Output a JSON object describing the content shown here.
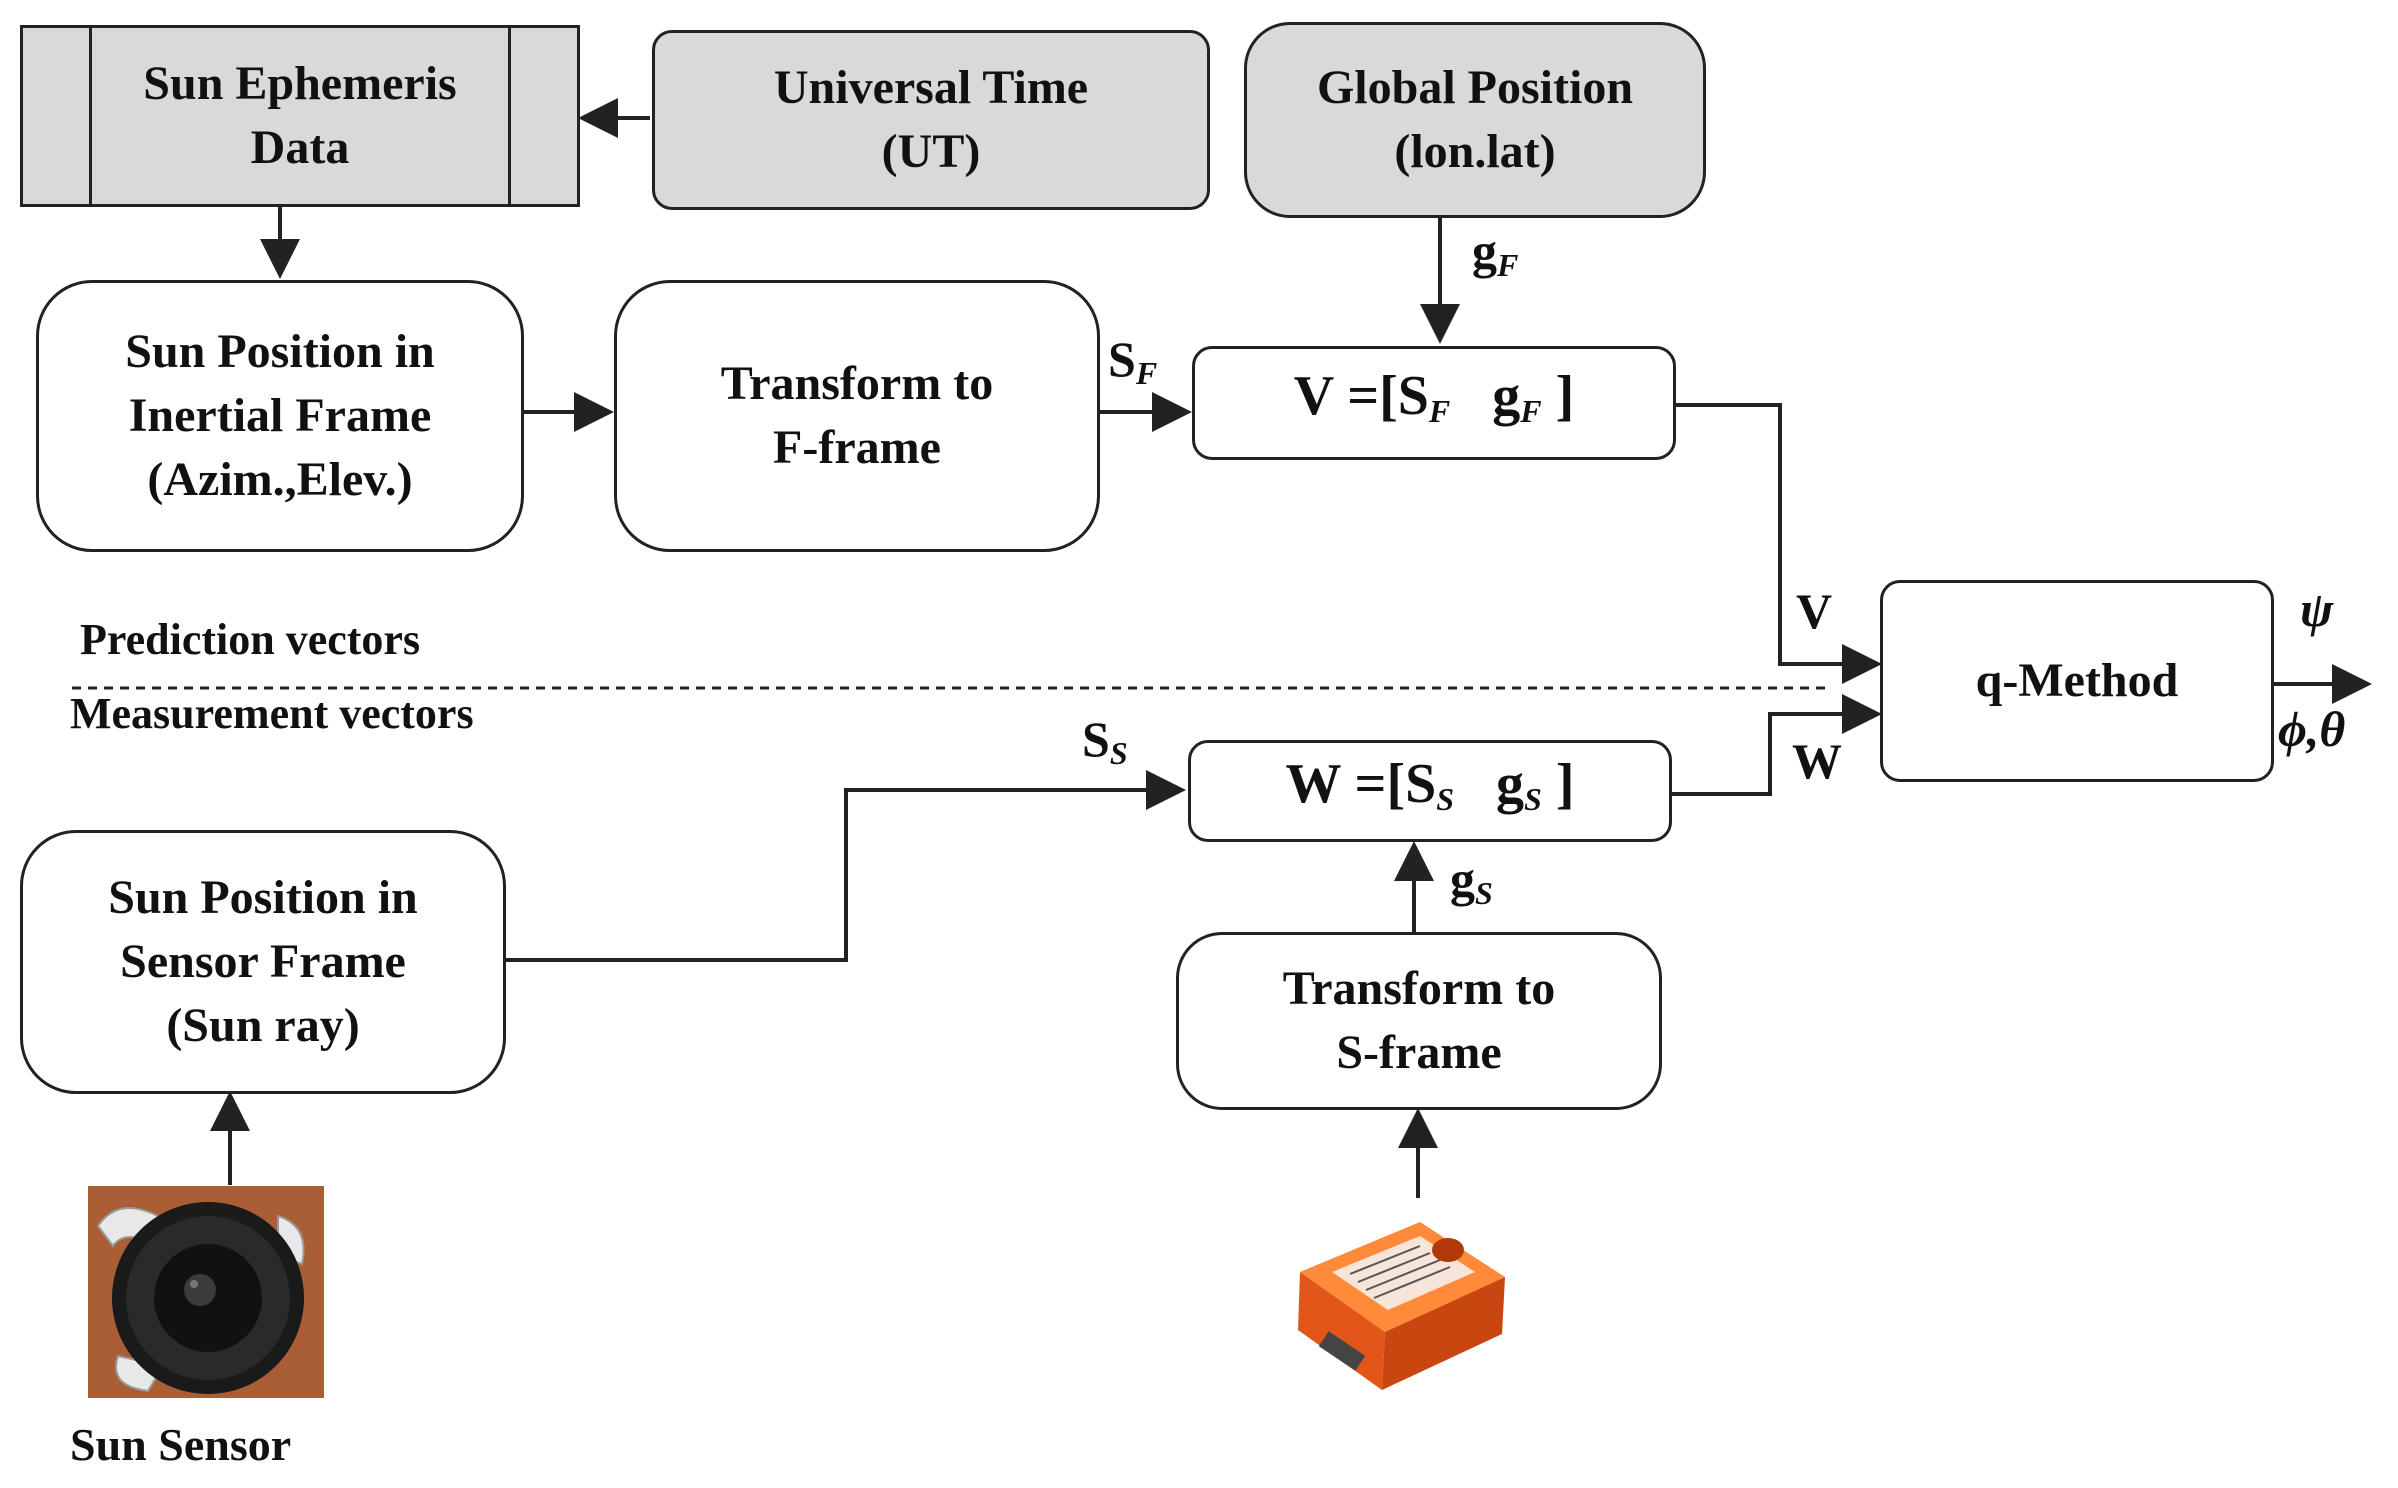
{
  "nodes": {
    "ephemeris": [
      "Sun Ephemeris",
      "Data"
    ],
    "universal_time": [
      "Universal Time",
      "(UT)"
    ],
    "global_position": [
      "Global Position",
      "(lon.lat)"
    ],
    "sun_inertial": [
      "Sun Position  in",
      "Inertial Frame",
      "(Azim.,Elev.)"
    ],
    "transform_f": [
      "Transform to",
      "F-frame"
    ],
    "v_eq": {
      "lhs": "V",
      "eq": "=",
      "open": "[S",
      "s_sub": "F",
      "g": "g",
      "g_sub": "F",
      "close": "]"
    },
    "q_method": "q-Method",
    "w_eq": {
      "lhs": "W",
      "eq": "=",
      "open": "[S",
      "s_sub": "S",
      "g": "g",
      "g_sub": "S",
      "close": "]"
    },
    "sun_sensor_frame": [
      "Sun Position  in",
      "Sensor Frame",
      "(Sun ray)"
    ],
    "transform_s": [
      "Transform to",
      "S-frame"
    ]
  },
  "edge_labels": {
    "gF": {
      "main": "g",
      "sub": "F"
    },
    "SF": {
      "main": "S",
      "sub": "F"
    },
    "V": "V",
    "W": "W",
    "Ss": {
      "main": "S",
      "sub": "S"
    },
    "gS": {
      "main": "g",
      "sub": "S"
    },
    "psi": "ψ",
    "phi_theta": "ϕ,θ"
  },
  "divider": {
    "prediction": "Prediction vectors",
    "measurement": "Measurement vectors"
  },
  "devices": {
    "sun_sensor_caption": "Sun Sensor",
    "sun_sensor_icon": "sun-sensor-photo-icon",
    "imu_icon": "imu-device-photo-icon"
  },
  "colors": {
    "grey_fill": "#d9d9d9",
    "line": "#222222",
    "imu_orange": "#ff6a1a",
    "sensor_bg": "#b5653a"
  }
}
